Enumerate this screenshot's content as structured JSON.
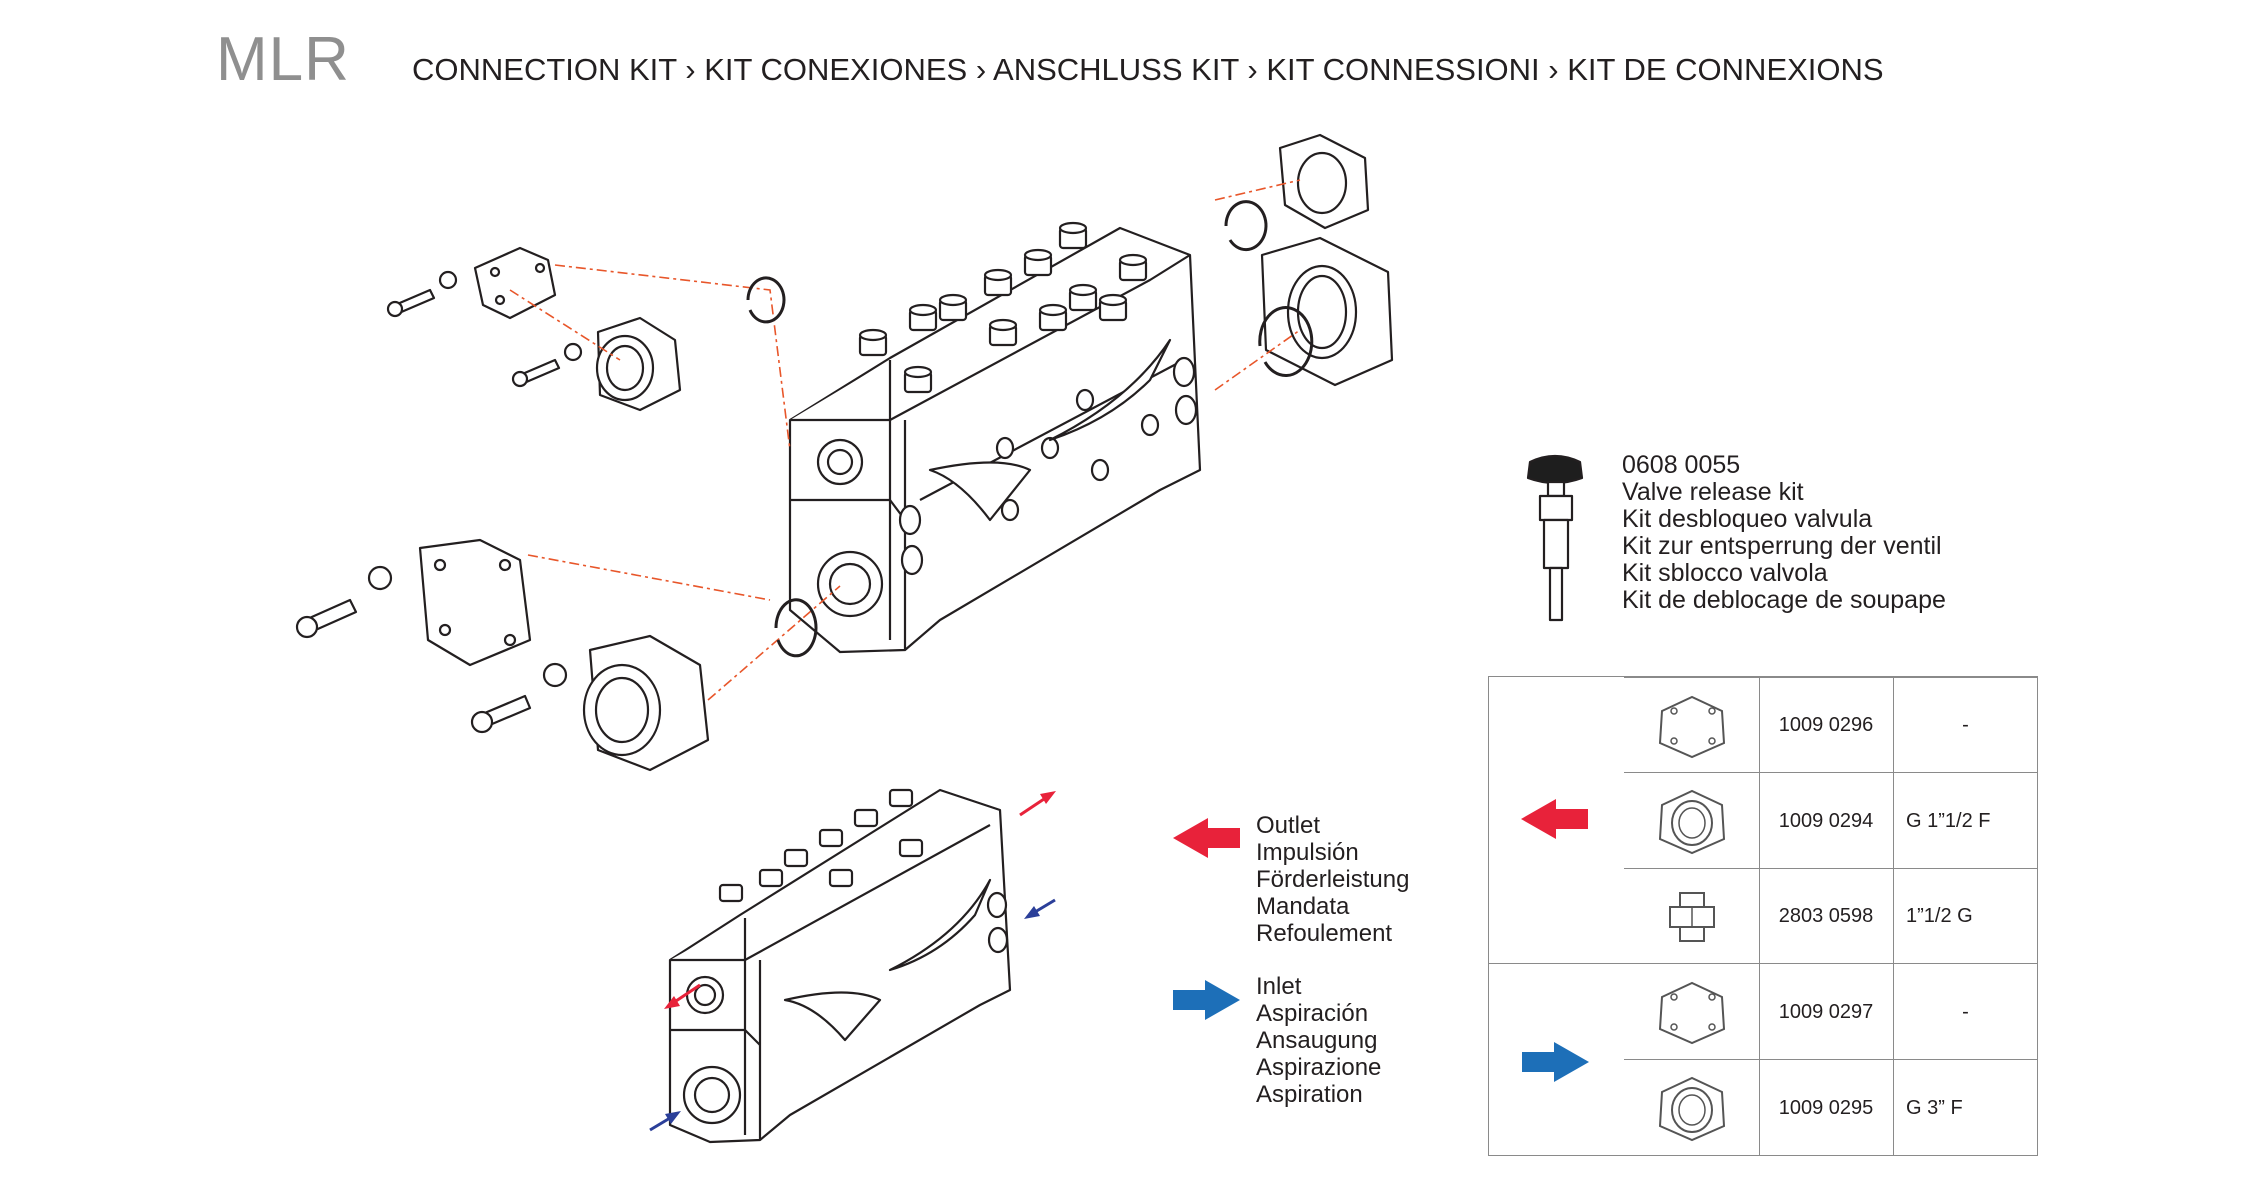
{
  "model": "MLR",
  "heading": "CONNECTION KIT › KIT CONEXIONES › ANSCHLUSS KIT › KIT CONNESSIONI › KIT DE CONNEXIONS",
  "valve_kit": {
    "code": "0608 0055",
    "lines": [
      "Valve release kit",
      "Kit desbloqueo valvula",
      "Kit zur entsperrung der ventil",
      "Kit sblocco valvola",
      "Kit de deblocage de soupape"
    ]
  },
  "legend": {
    "outlet": [
      "Outlet",
      "Impulsión",
      "Förderleistung",
      "Mandata",
      "Refoulement"
    ],
    "inlet": [
      "Inlet",
      "Aspiración",
      "Ansaugung",
      "Aspirazione",
      "Aspiration"
    ]
  },
  "colors": {
    "outlet_arrow": "#e8223a",
    "inlet_arrow": "#1d6fb8",
    "leader_line": "#e8562a"
  },
  "table": {
    "rows": [
      {
        "part": "blind-flange-icon",
        "code": "1009 0296",
        "size": "-"
      },
      {
        "part": "threaded-flange-icon",
        "code": "1009 0294",
        "size": "G 1”1/2 F"
      },
      {
        "part": "nipple-icon",
        "code": "2803 0598",
        "size": "1”1/2 G"
      },
      {
        "part": "blind-flange-icon",
        "code": "1009 0297",
        "size": "-"
      },
      {
        "part": "threaded-flange-icon",
        "code": "1009 0295",
        "size": "G 3” F"
      }
    ]
  }
}
